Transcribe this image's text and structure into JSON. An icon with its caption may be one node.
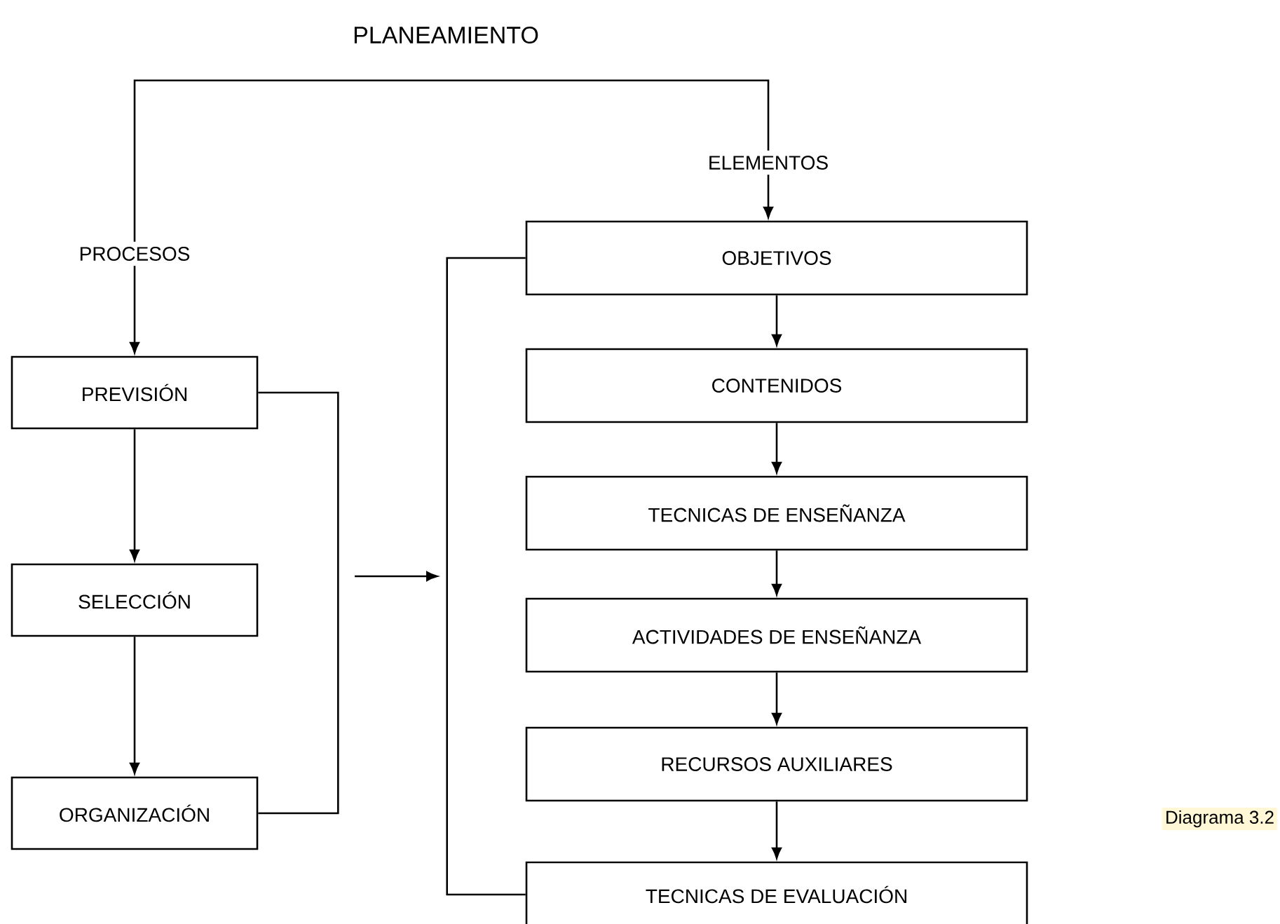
{
  "diagram": {
    "title": "PLANEAMIENTO",
    "nodes": [
      {
        "text": [
          "PROCESOS"
        ]
      },
      {
        "text": [
          "ELEMENTOS"
        ]
      },
      {
        "text": [
          "PREVISIÓN"
        ]
      },
      {
        "text": [
          "SELECCIÓN"
        ]
      },
      {
        "text": [
          "ORGANIZACIÓN"
        ]
      },
      {
        "text": [
          "OBJETIVOS"
        ]
      },
      {
        "text": [
          "CONTENIDOS"
        ]
      },
      {
        "text": [
          "TECNICAS DE ENSEÑANZA"
        ]
      },
      {
        "text": [
          "ACTIVIDADES DE ENSEÑANZA"
        ]
      },
      {
        "text": [
          "RECURSOS AUXILIARES"
        ]
      },
      {
        "text": [
          "TECNICAS DE EVALUACIÓN"
        ]
      }
    ],
    "edges": [
      {
        "from": 0,
        "to": 1,
        "arrow": "none"
      },
      {
        "from": 0,
        "to": 2,
        "arrow": "to"
      },
      {
        "from": 2,
        "to": 3,
        "arrow": "to"
      },
      {
        "from": 3,
        "to": 4,
        "arrow": "to"
      },
      {
        "from": 2,
        "to": 4,
        "arrow": "none"
      },
      {
        "from": 1,
        "to": 5,
        "arrow": "to"
      },
      {
        "from": 5,
        "to": 6,
        "arrow": "to"
      },
      {
        "from": 6,
        "to": 7,
        "arrow": "to"
      },
      {
        "from": 7,
        "to": 8,
        "arrow": "to"
      },
      {
        "from": 8,
        "to": 9,
        "arrow": "to"
      },
      {
        "from": 9,
        "to": 10,
        "arrow": "to"
      },
      {
        "from": 5,
        "to": 10,
        "arrow": "none"
      }
    ],
    "labels": [
      "Diagrama 3.2"
    ]
  }
}
